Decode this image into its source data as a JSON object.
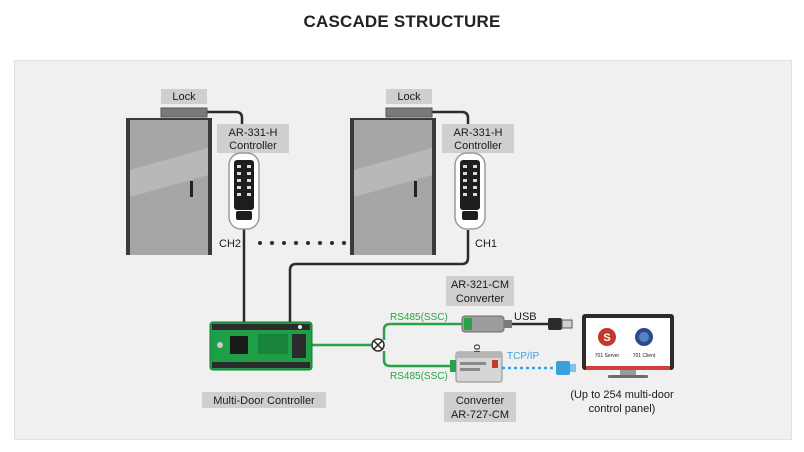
{
  "title": "CASCADE STRUCTURE",
  "labels": {
    "lock": "Lock",
    "controller_line1": "AR-331-H",
    "controller_line2": "Controller",
    "ch2": "CH2",
    "ch1": "CH1",
    "converter_top_model": "AR-321-CM",
    "converter_top_name": "Converter",
    "rs485_top": "RS485(SSC)",
    "rs485_bottom": "RS485(SSC)",
    "usb": "USB",
    "or": "or",
    "tcpip": "TCP/IP",
    "converter_bottom_name": "Converter",
    "converter_bottom_model": "AR-727-CM",
    "multi_door": "Multi-Door Controller",
    "server": "701 Server",
    "client": "701 Client",
    "panel_note_line1": "(Up to 254 multi-door",
    "panel_note_line2": "control panel)"
  },
  "colors": {
    "rs485_cable": "#2aa24a",
    "tcpip_cable": "#3aa0dc",
    "black_cable": "#2b2b2b",
    "label_box": "#cfcfcf",
    "pcb": "#1f9e48"
  }
}
